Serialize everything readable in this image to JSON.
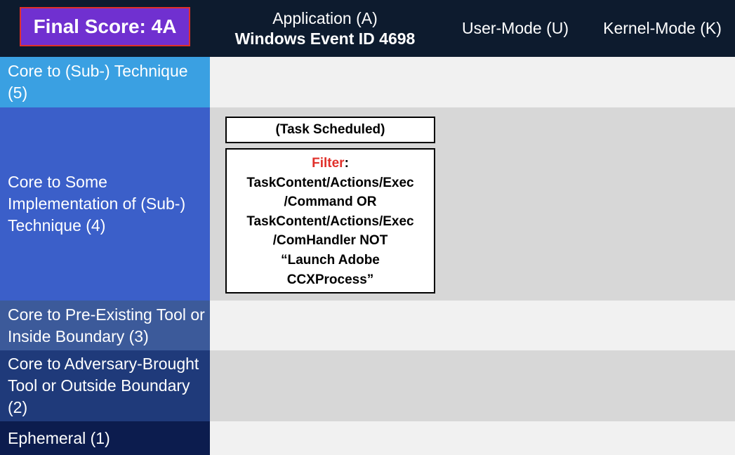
{
  "header": {
    "final_score": "Final Score: 4A",
    "columns": {
      "application": "Application (A)",
      "application_sub": "Windows Event ID 4698",
      "user_mode": "User-Mode (U)",
      "kernel_mode": "Kernel-Mode (K)"
    }
  },
  "rows": {
    "r5": "Core to (Sub-) Technique (5)",
    "r4": "Core to Some Implementation of (Sub-) Technique (4)",
    "r3": "Core to Pre-Existing Tool or Inside Boundary (3)",
    "r2": "Core to Adversary-Brought Tool or Outside Boundary (2)",
    "r1": "Ephemeral (1)"
  },
  "boxes": {
    "task": "(Task Scheduled)",
    "filter_label": "Filter",
    "filter_colon": ":",
    "filter_lines": [
      "TaskContent/Actions/Exec",
      "/Command OR",
      "TaskContent/Actions/Exec",
      "/ComHandler NOT",
      "“Launch Adobe",
      "CCXProcess”"
    ]
  },
  "colors": {
    "header_bg": "#0d1b2e",
    "badge_bg": "#7030d0",
    "badge_border": "#e0302a",
    "row5": "#3aa0e2",
    "row4": "#3b5fc9",
    "row3": "#3c5a9a",
    "row2": "#1f3a7a",
    "row1": "#0c1c4e",
    "filter_text": "#e0302a"
  }
}
